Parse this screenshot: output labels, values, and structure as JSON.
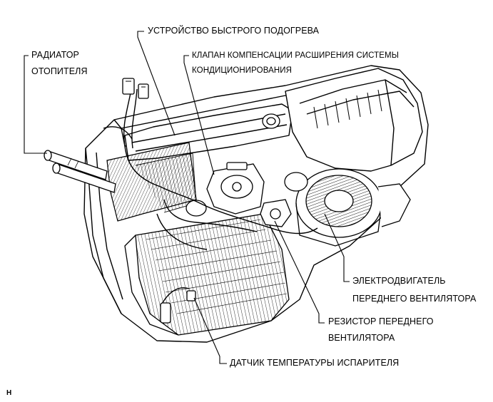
{
  "callouts": {
    "quick_heater": "УСТРОЙСТВО БЫСТРОГО ПОДОГРЕВА",
    "heater_radiator_line1": "РАДИАТОР",
    "heater_radiator_line2": "ОТОПИТЕЛЯ",
    "expansion_valve_line1": "КЛАПАН КОМПЕНСАЦИИ РАСШИРЕНИЯ СИСТЕМЫ",
    "expansion_valve_line2": "КОНДИЦИОНИРОВАНИЯ",
    "blower_motor_line1": "ЭЛЕКТРОДВИГАТЕЛЬ",
    "blower_motor_line2": "ПЕРЕДНЕГО ВЕНТИЛЯТОРА",
    "blower_resistor_line1": "РЕЗИСТОР ПЕРЕДНЕГО",
    "blower_resistor_line2": "ВЕНТИЛЯТОРА",
    "evaporator_sensor": "ДАТЧИК ТЕМПЕРАТУРЫ ИСПАРИТЕЛЯ"
  },
  "corner_code": "H"
}
